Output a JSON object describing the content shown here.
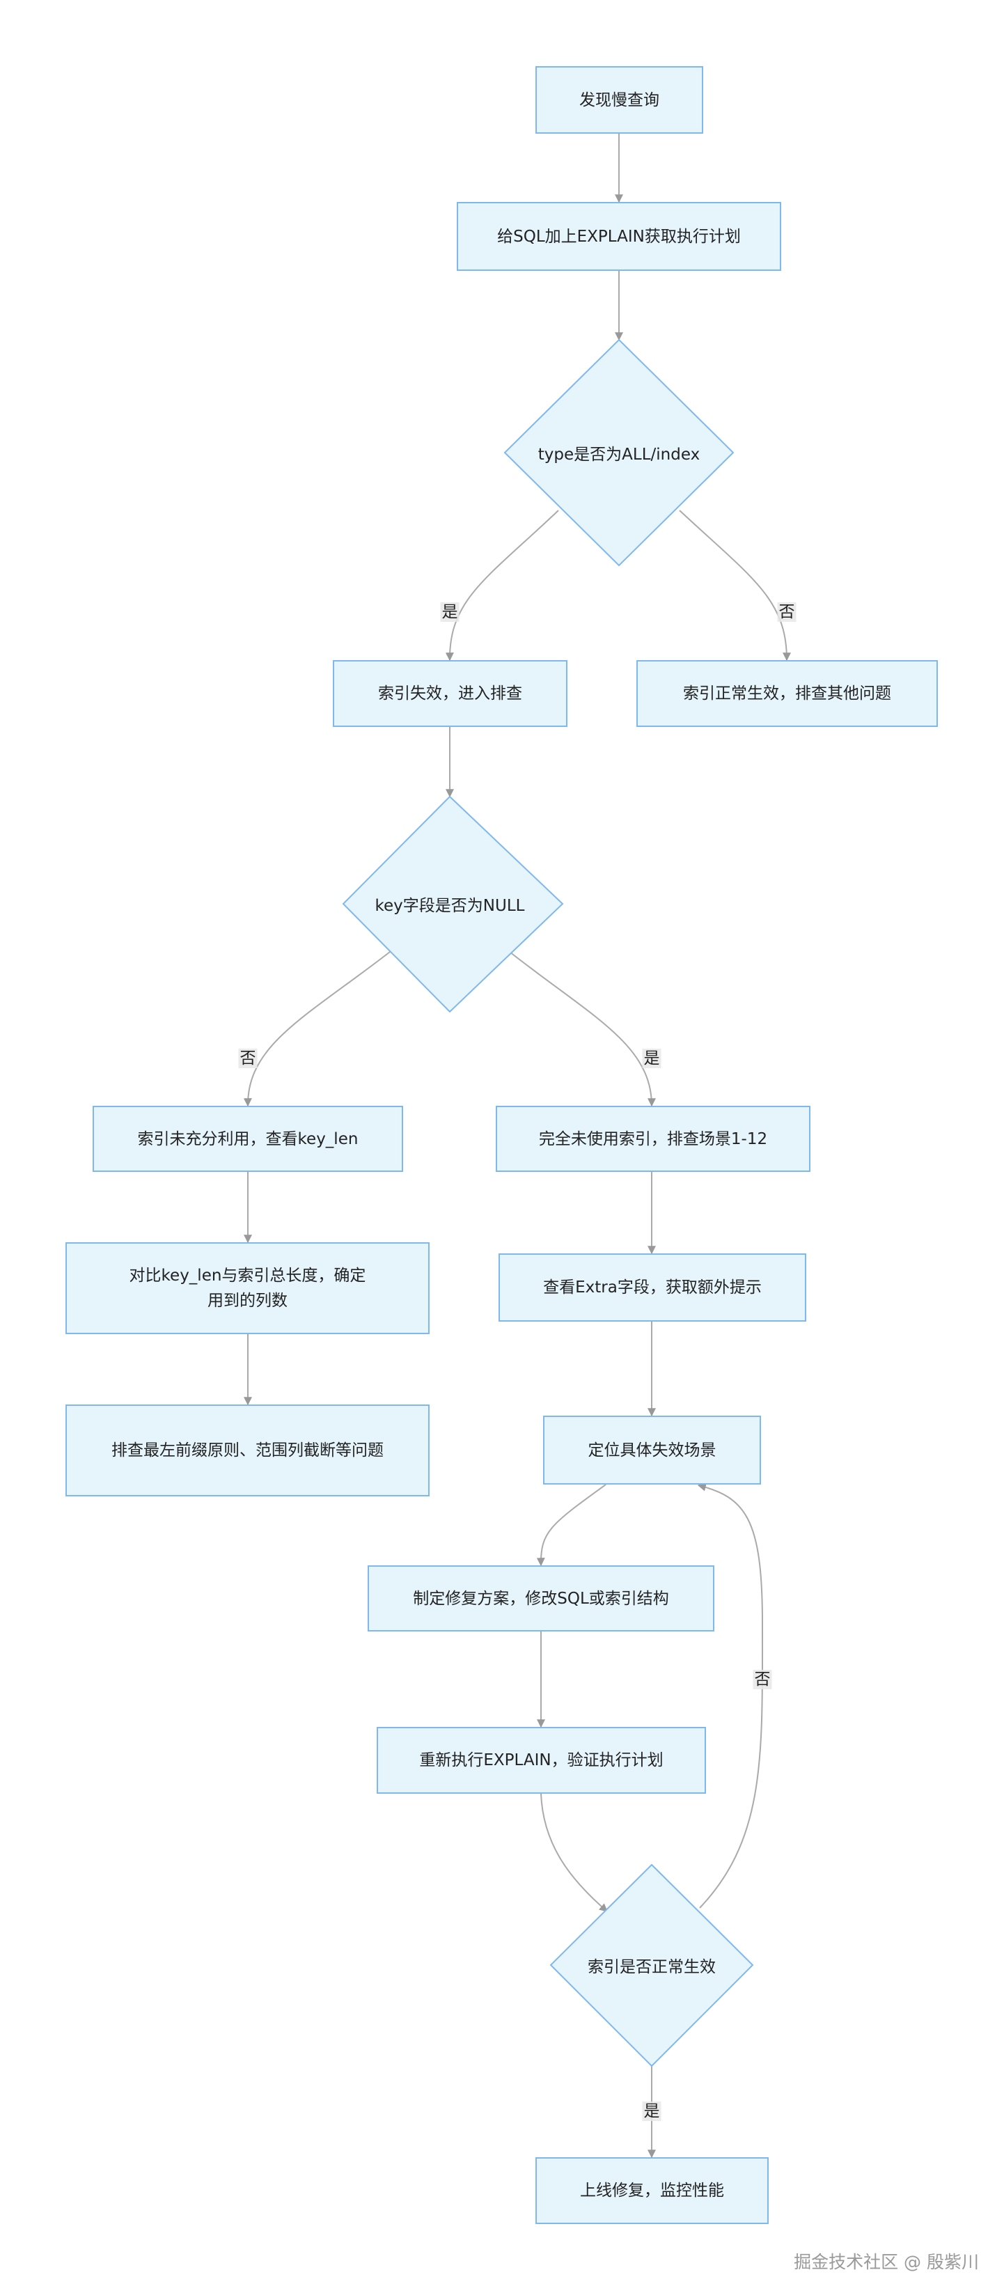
{
  "nodes": {
    "start": "发现慢查询",
    "explain": "给SQL加上EXPLAIN获取执行计划",
    "type_check": "type是否为ALL/index",
    "index_fail": "索引失效，进入排查",
    "index_ok": "索引正常生效，排查其他问题",
    "key_check": "key字段是否为NULL",
    "key_len": "索引未充分利用，查看key_len",
    "no_index": "完全未使用索引，排查场景1-12",
    "compare": "对比key_len与索引总长度，确定用到的列数",
    "extra": "查看Extra字段，获取额外提示",
    "prefix": "排查最左前缀原则、范围列截断等问题",
    "locate": "定位具体失效场景",
    "fix": "制定修复方案，修改SQL或索引结构",
    "rerun": "重新执行EXPLAIN，验证执行计划",
    "verify": "索引是否正常生效",
    "deploy": "上线修复，监控性能"
  },
  "edge_labels": {
    "type_yes": "是",
    "type_no": "否",
    "key_no": "否",
    "key_yes": "是",
    "verify_no": "否",
    "verify_yes": "是"
  },
  "colors": {
    "node_fill": "#e6f5fc",
    "node_stroke": "#7fb8ee",
    "edge": "#aaaaaa",
    "label_bg": "#e8e8e8"
  },
  "watermark": "掘金技术社区 @ 殷紫川"
}
